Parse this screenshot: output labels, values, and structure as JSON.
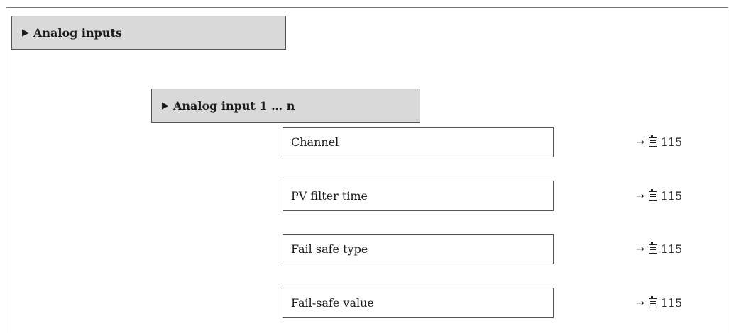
{
  "menu": {
    "group": {
      "marker": "▶",
      "label": "Analog inputs"
    },
    "subgroup": {
      "marker": "▶",
      "label": "Analog input 1 … n"
    }
  },
  "parameters": [
    {
      "label": "Channel",
      "arrow": "→",
      "page": "115",
      "icon": "book-icon"
    },
    {
      "label": "PV filter time",
      "arrow": "→",
      "page": "115",
      "icon": "book-icon"
    },
    {
      "label": "Fail safe type",
      "arrow": "→",
      "page": "115",
      "icon": "book-icon"
    },
    {
      "label": "Fail-safe value",
      "arrow": "→",
      "page": "115",
      "icon": "book-icon"
    }
  ]
}
